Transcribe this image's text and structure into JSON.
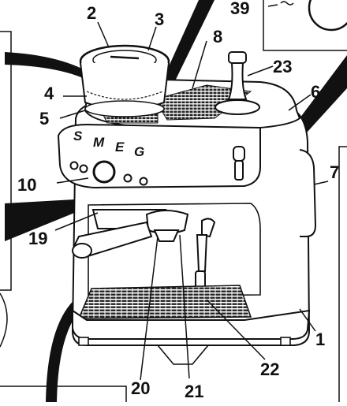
{
  "diagram": {
    "title": "",
    "callouts": [
      {
        "id": "c1",
        "text": "1"
      },
      {
        "id": "c2",
        "text": "2"
      },
      {
        "id": "c3",
        "text": "3"
      },
      {
        "id": "c4",
        "text": "4"
      },
      {
        "id": "c5",
        "text": "5"
      },
      {
        "id": "c6",
        "text": "6"
      },
      {
        "id": "c7",
        "text": "7"
      },
      {
        "id": "c8",
        "text": "8"
      },
      {
        "id": "c10",
        "text": "10"
      },
      {
        "id": "c19",
        "text": "19"
      },
      {
        "id": "c20",
        "text": "20"
      },
      {
        "id": "c21",
        "text": "21"
      },
      {
        "id": "c22",
        "text": "22"
      },
      {
        "id": "c23",
        "text": "23"
      },
      {
        "id": "c39",
        "text": "39"
      }
    ],
    "logo": {
      "letters": [
        "S",
        "M",
        "E",
        "G"
      ]
    },
    "colors": {
      "line": "#111111",
      "grid": "#2a2a2a",
      "background": "#ffffff"
    }
  }
}
